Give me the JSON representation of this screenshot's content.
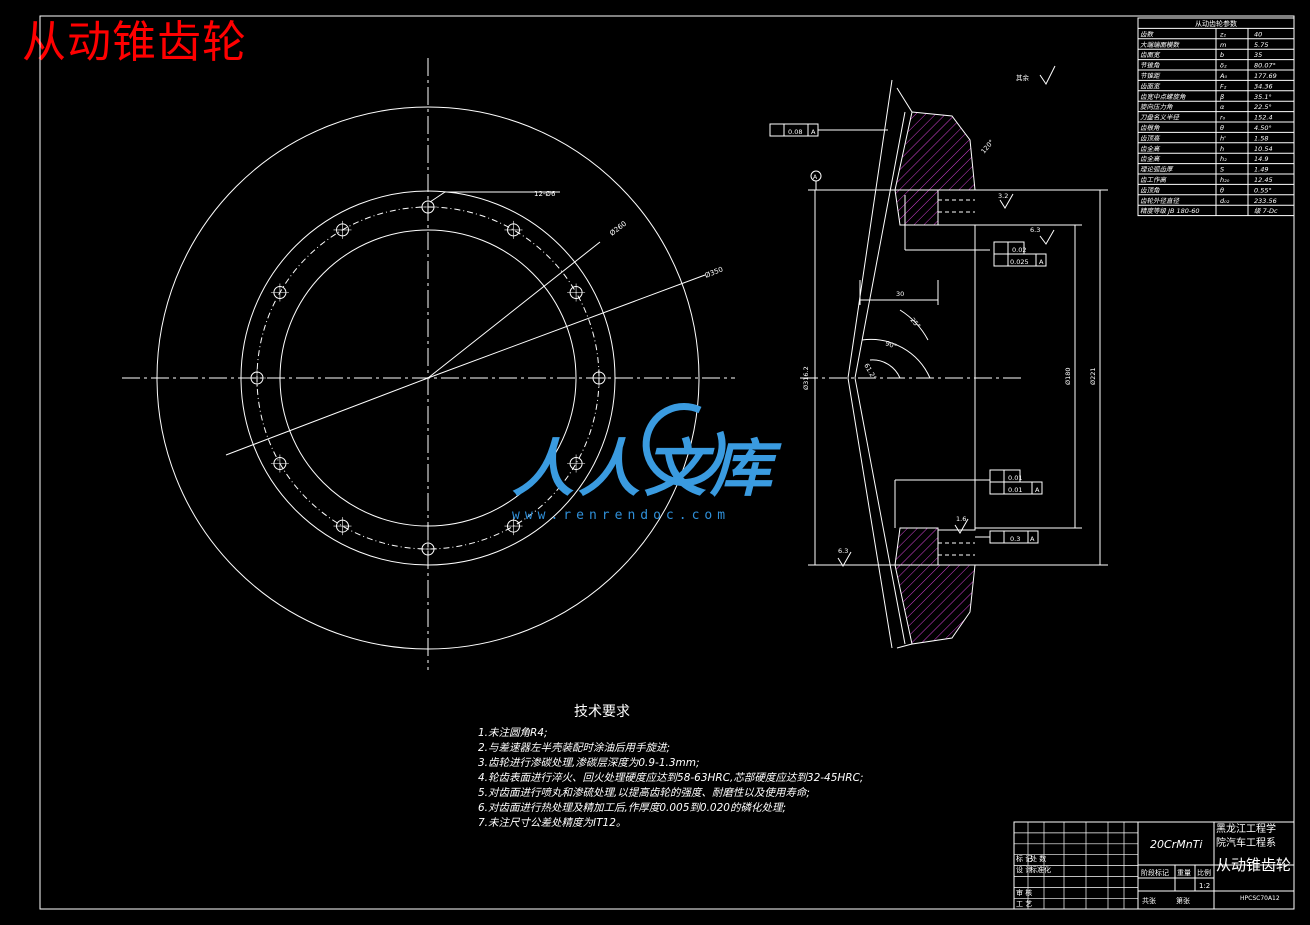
{
  "title": "从动锥齿轮",
  "watermark": {
    "cn": "人人文库",
    "url": "www.renrendoc.com"
  },
  "params_table": {
    "title": "从动齿轮参数",
    "rows": [
      [
        "齿数",
        "z₂",
        "40"
      ],
      [
        "大端端面模数",
        "m",
        "5.75"
      ],
      [
        "齿面宽",
        "b",
        "35"
      ],
      [
        "节锥角",
        "δ₂",
        "80.07°"
      ],
      [
        "节锥距",
        "A₀",
        "177.69"
      ],
      [
        "齿面宽",
        "F₂",
        "34.36"
      ],
      [
        "齿宽中点螺旋角",
        "β",
        "35.1°"
      ],
      [
        "旋向压力角",
        "α",
        "22.5°"
      ],
      [
        "刀盘名义半径",
        "r₀",
        "152.4"
      ],
      [
        "齿根角",
        "θ",
        "4.50°"
      ],
      [
        "齿顶高",
        "h'",
        "1.58"
      ],
      [
        "齿全高",
        "h",
        "10.54"
      ],
      [
        "齿全高",
        "h₂",
        "14.9"
      ],
      [
        "理论弧齿厚",
        "S",
        "1.49"
      ],
      [
        "齿工作高",
        "h₂₀",
        "12.45"
      ],
      [
        "齿顶角",
        "θ",
        "0.55°"
      ],
      [
        "齿轮外径直径",
        "d₀₂",
        "233.56"
      ],
      [
        "精度等级 JB 180-60",
        "",
        "级 7-Dc"
      ]
    ]
  },
  "dims": {
    "d_pcd": "Ø260",
    "d_outer": "Ø350",
    "holes": "12-Ø6",
    "d_left": "Ø316.2",
    "d_inner1": "Ø180",
    "d_right": "Ø221",
    "w30": "30",
    "ang1": "25°",
    "ang2": "90°",
    "ang3": "61.2°",
    "ang4": "120°",
    "ra_top": "3.2",
    "ra_mid": "1.6",
    "ra_bot": "6.3",
    "ra_left": "6.3",
    "ra_corner": "其余"
  },
  "tolerances": {
    "runout_top": "0.08",
    "ref_a": "A",
    "circ": "0.02",
    "runout_mid": "0.025",
    "flat": "0.01",
    "perp_a": "0.01",
    "perp_b": "0.3",
    "datum": "A"
  },
  "tech_req": {
    "heading": "技术要求",
    "items": [
      "1.未注圆角R4;",
      "2.与差速器左半壳装配时涂油后用手旋进;",
      "3.齿轮进行渗碳处理,渗碳层深度为0.9-1.3mm;",
      "4.轮齿表面进行淬火、回火处理硬度应达到58-63HRC,芯部硬度应达到32-45HRC;",
      "5.对齿面进行喷丸和渗硫处理,以提高齿轮的强度、耐磨性以及使用寿命;",
      "6.对齿面进行热处理及精加工后,作厚度0.005到0.020的磷化处理;",
      "7.未注尺寸公差处精度为IT12。"
    ]
  },
  "title_block": {
    "material": "20CrMnTi",
    "school": "黑龙江工程学院汽车工程系",
    "part": "从动锥齿轮",
    "stage": "阶段标记",
    "weight": "重量",
    "scale_label": "比例",
    "scale": "1:2",
    "sheets": "共张",
    "sheet": "第张",
    "code": "HPCSC70A12",
    "rows": [
      "标 记",
      "处 数",
      "设 计",
      "标准化",
      "审 核",
      "工 艺"
    ]
  }
}
